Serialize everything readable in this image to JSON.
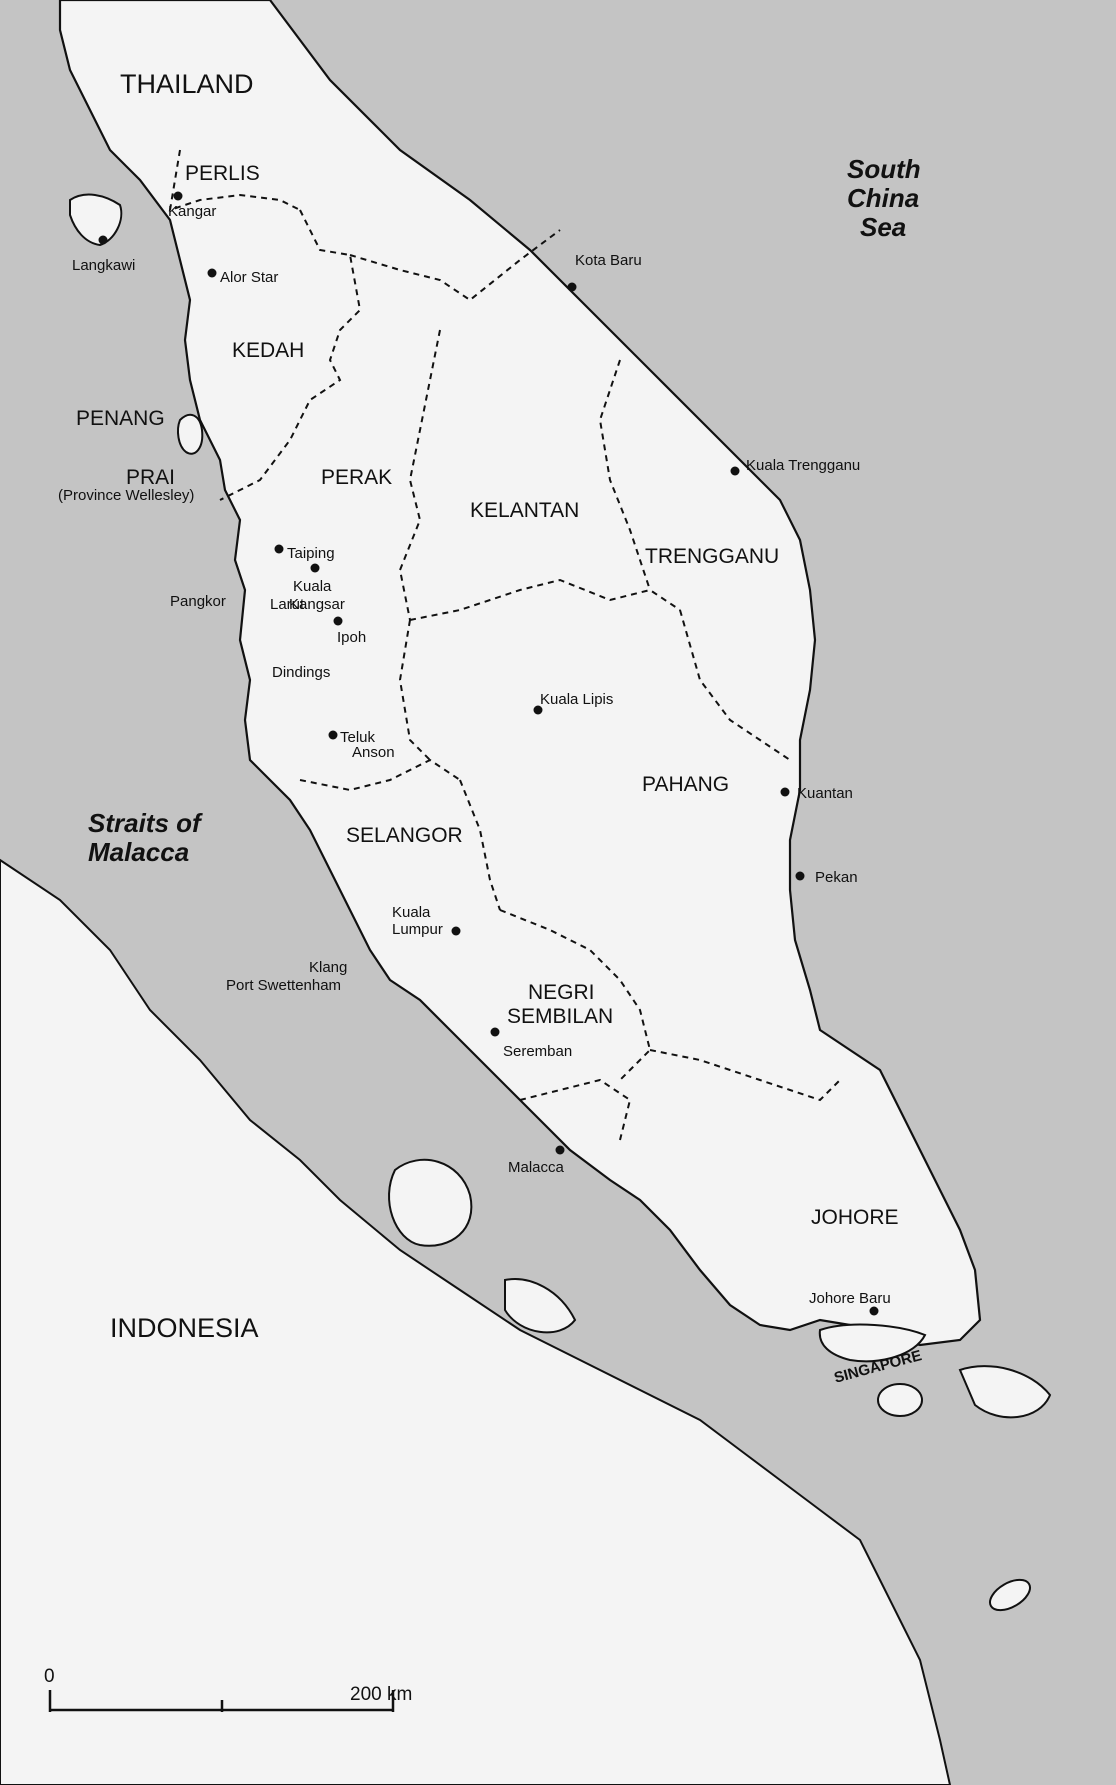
{
  "map": {
    "countries": [
      "THAILAND",
      "INDONESIA"
    ],
    "seas": {
      "east": [
        "South",
        "China",
        "Sea"
      ],
      "west": [
        "Straits of",
        "Malacca"
      ]
    },
    "states": {
      "perlis": "PERLIS",
      "kedah": "KEDAH",
      "penang": "PENANG",
      "prai": "PRAI",
      "prai_sub": "(Province Wellesley)",
      "perak": "PERAK",
      "kelantan": "KELANTAN",
      "trengganu": "TRENGGANU",
      "pahang": "PAHANG",
      "selangor": "SELANGOR",
      "negri_1": "NEGRI",
      "negri_2": "SEMBILAN",
      "johore": "JOHORE",
      "singapore": "SINGAPORE"
    },
    "towns": {
      "kangar": "Kangar",
      "langkawi": "Langkawi",
      "alor_star": "Alor Star",
      "kota_baru": "Kota Baru",
      "kuala_trengganu": "Kuala Trengganu",
      "taiping": "Taiping",
      "kuala_kangsar_1": "Kuala",
      "kuala_kangsar_2": "Kangsar",
      "larut": "Larut",
      "pangkor": "Pangkor",
      "ipoh": "Ipoh",
      "dindings": "Dindings",
      "kuala_lipis": "Kuala Lipis",
      "teluk_anson_1": "Teluk",
      "teluk_anson_2": "Anson",
      "kuantan": "Kuantan",
      "pekan": "Pekan",
      "kuala_lumpur_1": "Kuala",
      "kuala_lumpur_2": "Lumpur",
      "klang": "Klang",
      "port_swettenham": "Port Swettenham",
      "seremban": "Seremban",
      "malacca": "Malacca",
      "johore_baru": "Johore Baru"
    },
    "scale": {
      "start": "0",
      "end": "200 km"
    }
  }
}
